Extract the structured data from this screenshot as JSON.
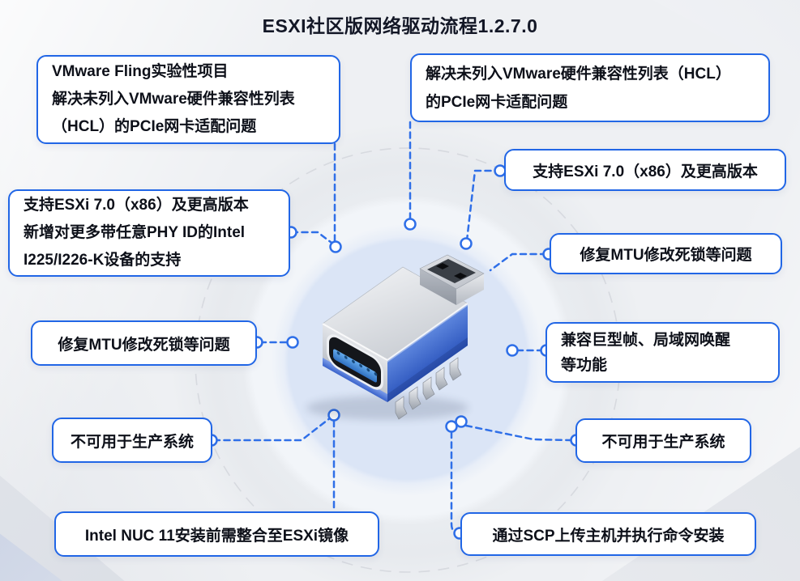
{
  "title": "ESXI社区版网络驱动流程1.2.7.0",
  "center_illustration": "usb-network-adapter",
  "colors": {
    "accent_blue": "#2166e6",
    "connector_blue": "#2f6fe8",
    "text_dark": "#0d1019",
    "background": "#eef0f3",
    "halo_blue": "#dbe5f6",
    "adapter_body_blue": "#2c55bd",
    "adapter_port_blue": "#2f6fc0"
  },
  "callouts": {
    "vmware_fling": {
      "lines": [
        "VMware Fling实验性项目",
        "解决未列入VMware硬件兼容性列表",
        "（HCL）的PCIe网卡适配问题"
      ]
    },
    "hcl_right": {
      "lines": [
        "解决未列入VMware硬件兼容性列表（HCL）",
        "的PCIe网卡适配问题"
      ]
    },
    "esxi_support_left": {
      "lines": [
        "支持ESXi 7.0（x86）及更高版本",
        "新增对更多带任意PHY ID的Intel",
        "I225/I226-K设备的支持"
      ]
    },
    "esxi_support_right": {
      "lines": [
        "支持ESXi 7.0（x86）及更高版本"
      ]
    },
    "mtu_left": {
      "lines": [
        "修复MTU修改死锁等问题"
      ]
    },
    "mtu_right": {
      "lines": [
        "修复MTU修改死锁等问题"
      ]
    },
    "jumbo_frames": {
      "lines": [
        "兼容巨型帧、局域网唤醒",
        "等功能"
      ]
    },
    "not_production_left": {
      "lines": [
        "不可用于生产系统"
      ]
    },
    "not_production_right": {
      "lines": [
        "不可用于生产系统"
      ]
    },
    "nuc_install": {
      "lines": [
        "Intel NUC 11安装前需整合至ESXi镜像"
      ]
    },
    "scp_install": {
      "lines": [
        "通过SCP上传主机并执行命令安装"
      ]
    }
  }
}
